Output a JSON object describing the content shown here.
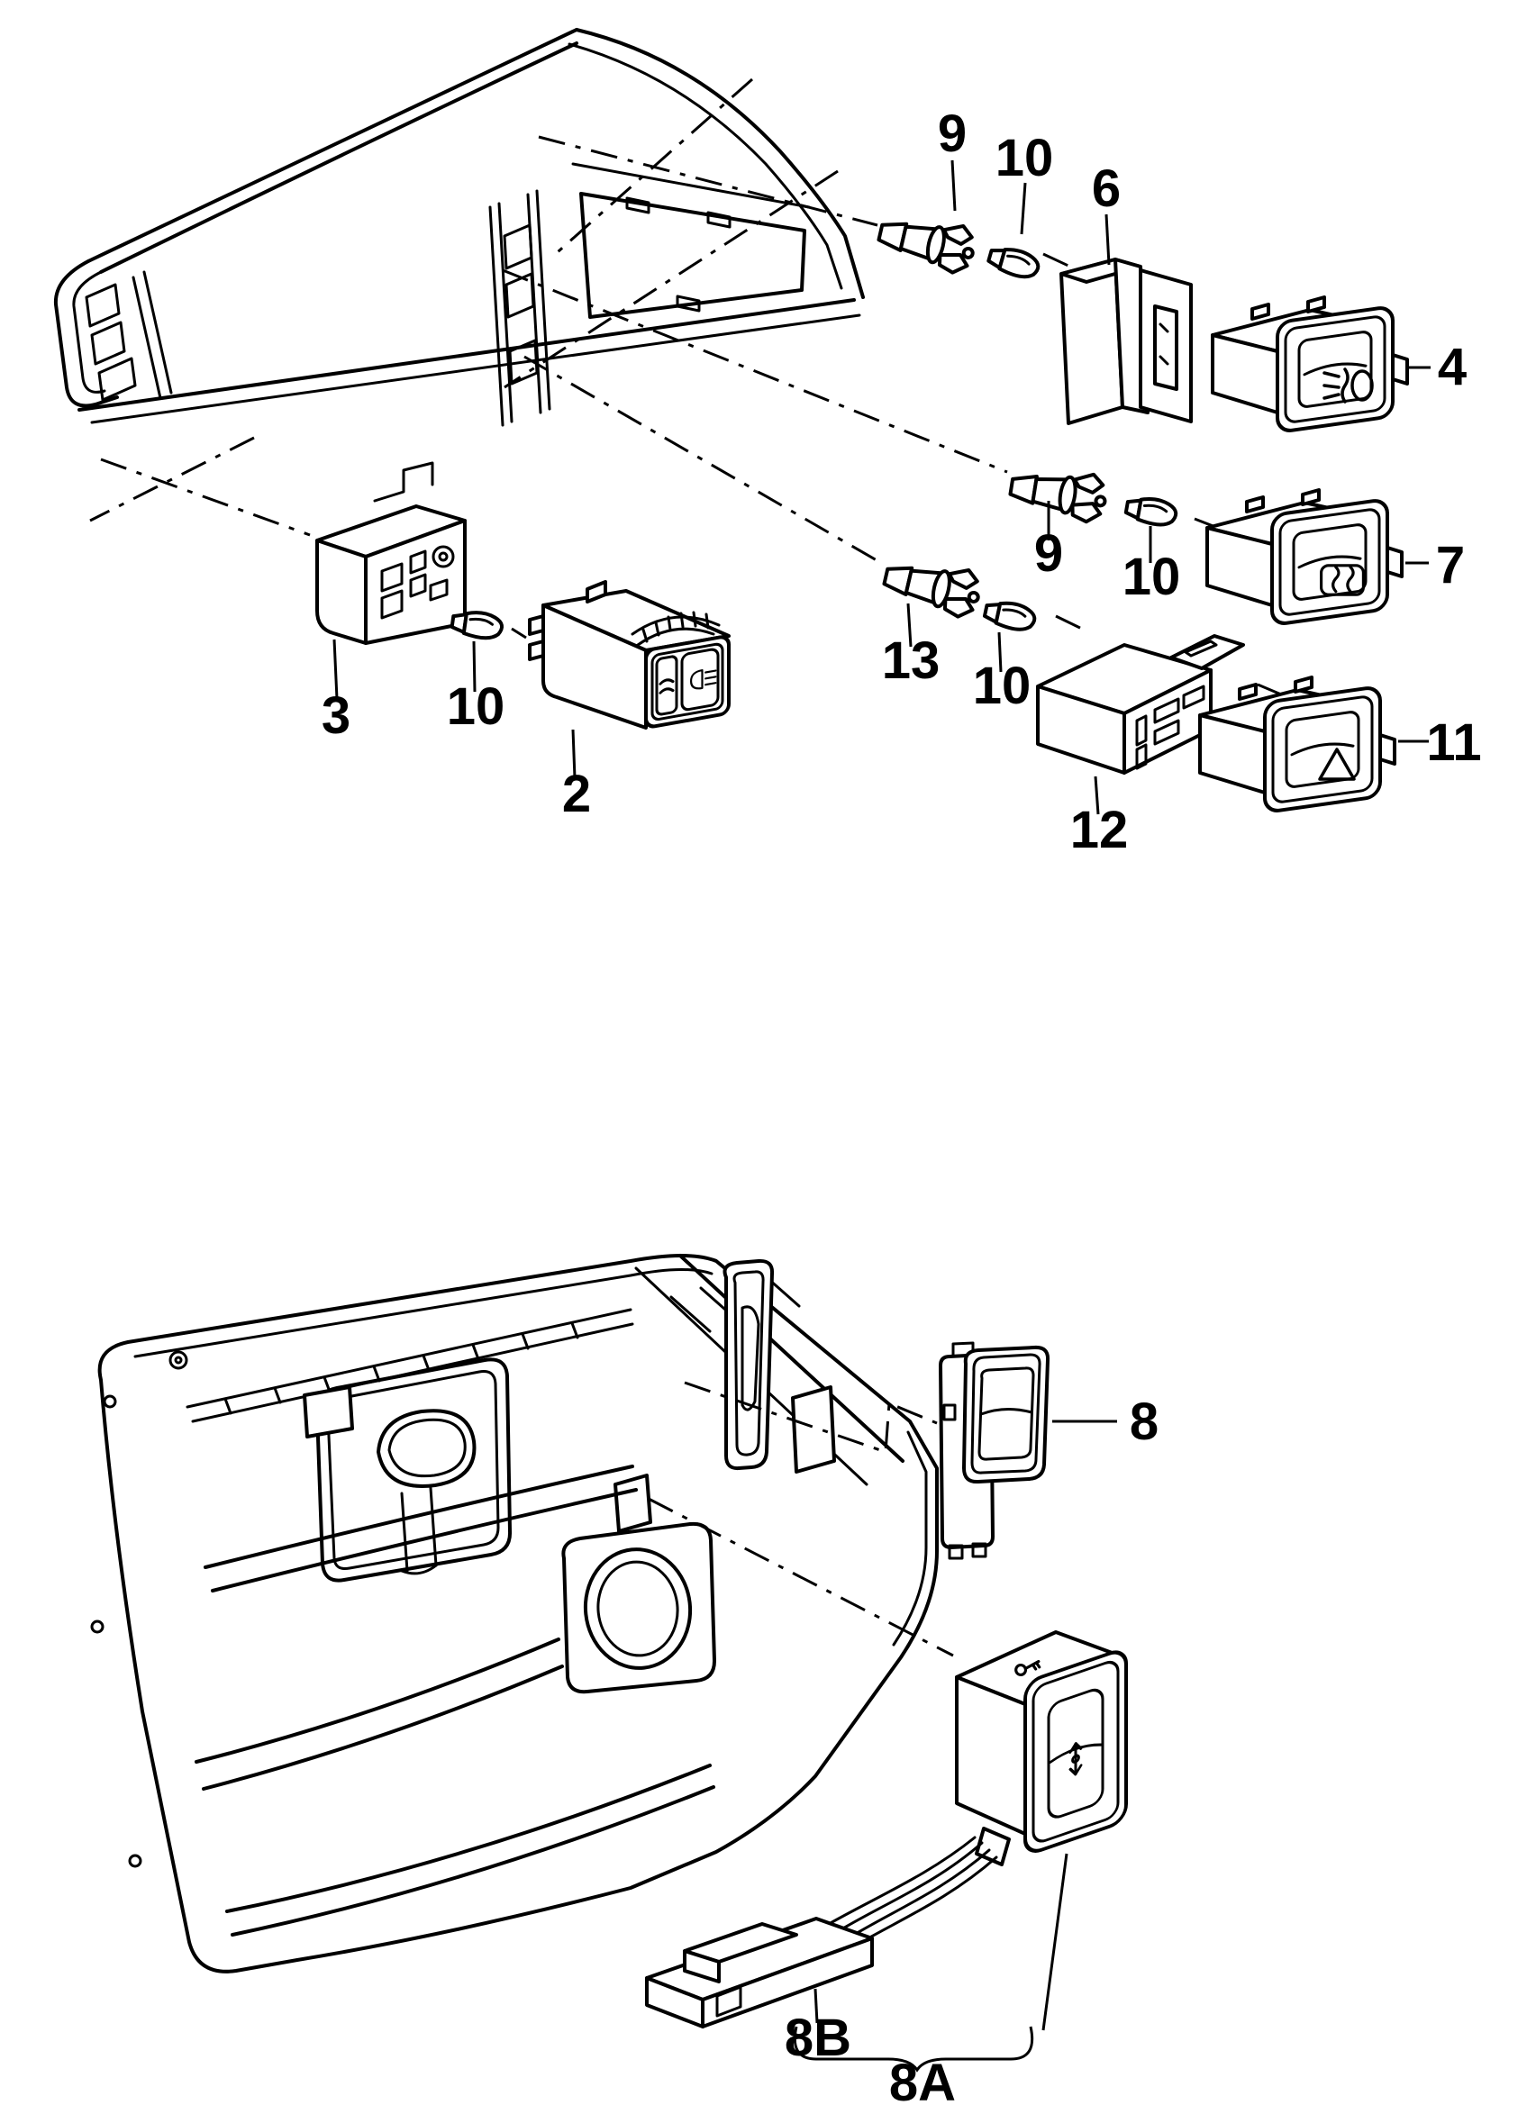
{
  "figure": {
    "type": "exploded-parts-line-drawing",
    "background": "#ffffff",
    "line_color": "#000000"
  },
  "callouts": {
    "c9a": "9",
    "c10a": "10",
    "c6": "6",
    "c4": "4",
    "c9b": "9",
    "c10b": "10",
    "c7": "7",
    "c13": "13",
    "c10c": "10",
    "c12": "12",
    "c11": "11",
    "c3": "3",
    "c10d": "10",
    "c2": "2",
    "c8": "8",
    "c8b": "8B",
    "c8a": "8A"
  },
  "icons": {
    "switch_2": "headlight-icon",
    "switch_4": "fog-light-icon",
    "switch_7": "heated-rear-window-icon",
    "switch_11": "hazard-warning-triangle-icon",
    "lock_switch_face": "central-locking-icon",
    "lock_switch_top": "key-icon"
  }
}
